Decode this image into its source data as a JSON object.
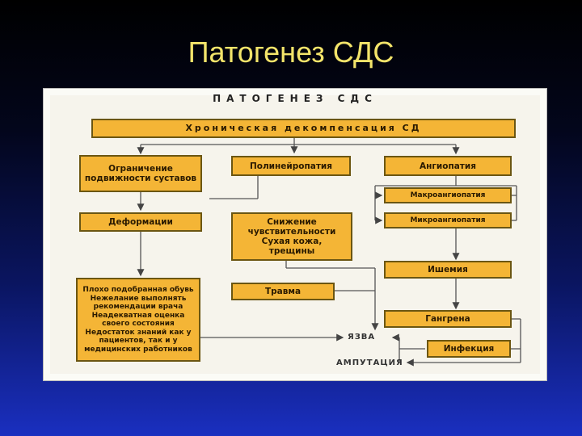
{
  "slide": {
    "title": "Патогенез СДС"
  },
  "diagram": {
    "title": "ПАТОГЕНЕЗ СДС",
    "boxes": {
      "chronic": "Хроническая декомпенсация СД",
      "limited_mobility": "Ограничение подвижности суставов",
      "polyneuropathy": "Полинейропатия",
      "angiopathy": "Ангиопатия",
      "macroangiopathy": "Макроангиопатия",
      "microangiopathy": "Микроангиопатия",
      "deformations": "Деформации",
      "reduced_sensitivity": "Снижение чувствительности Сухая кожа, трещины",
      "ischemia": "Ишемия",
      "trauma": "Травма",
      "gangrene": "Гангрена",
      "infection": "Инфекция",
      "causes": "Плохо подобранная обувь Нежелание выполнять рекомендации врача Неадекватная оценка своего состояния Недостаток знаний как у пациентов, так и у медицинских работников"
    },
    "labels": {
      "ulcer": "ЯЗВА",
      "amputation": "АМПУТАЦИЯ"
    }
  }
}
